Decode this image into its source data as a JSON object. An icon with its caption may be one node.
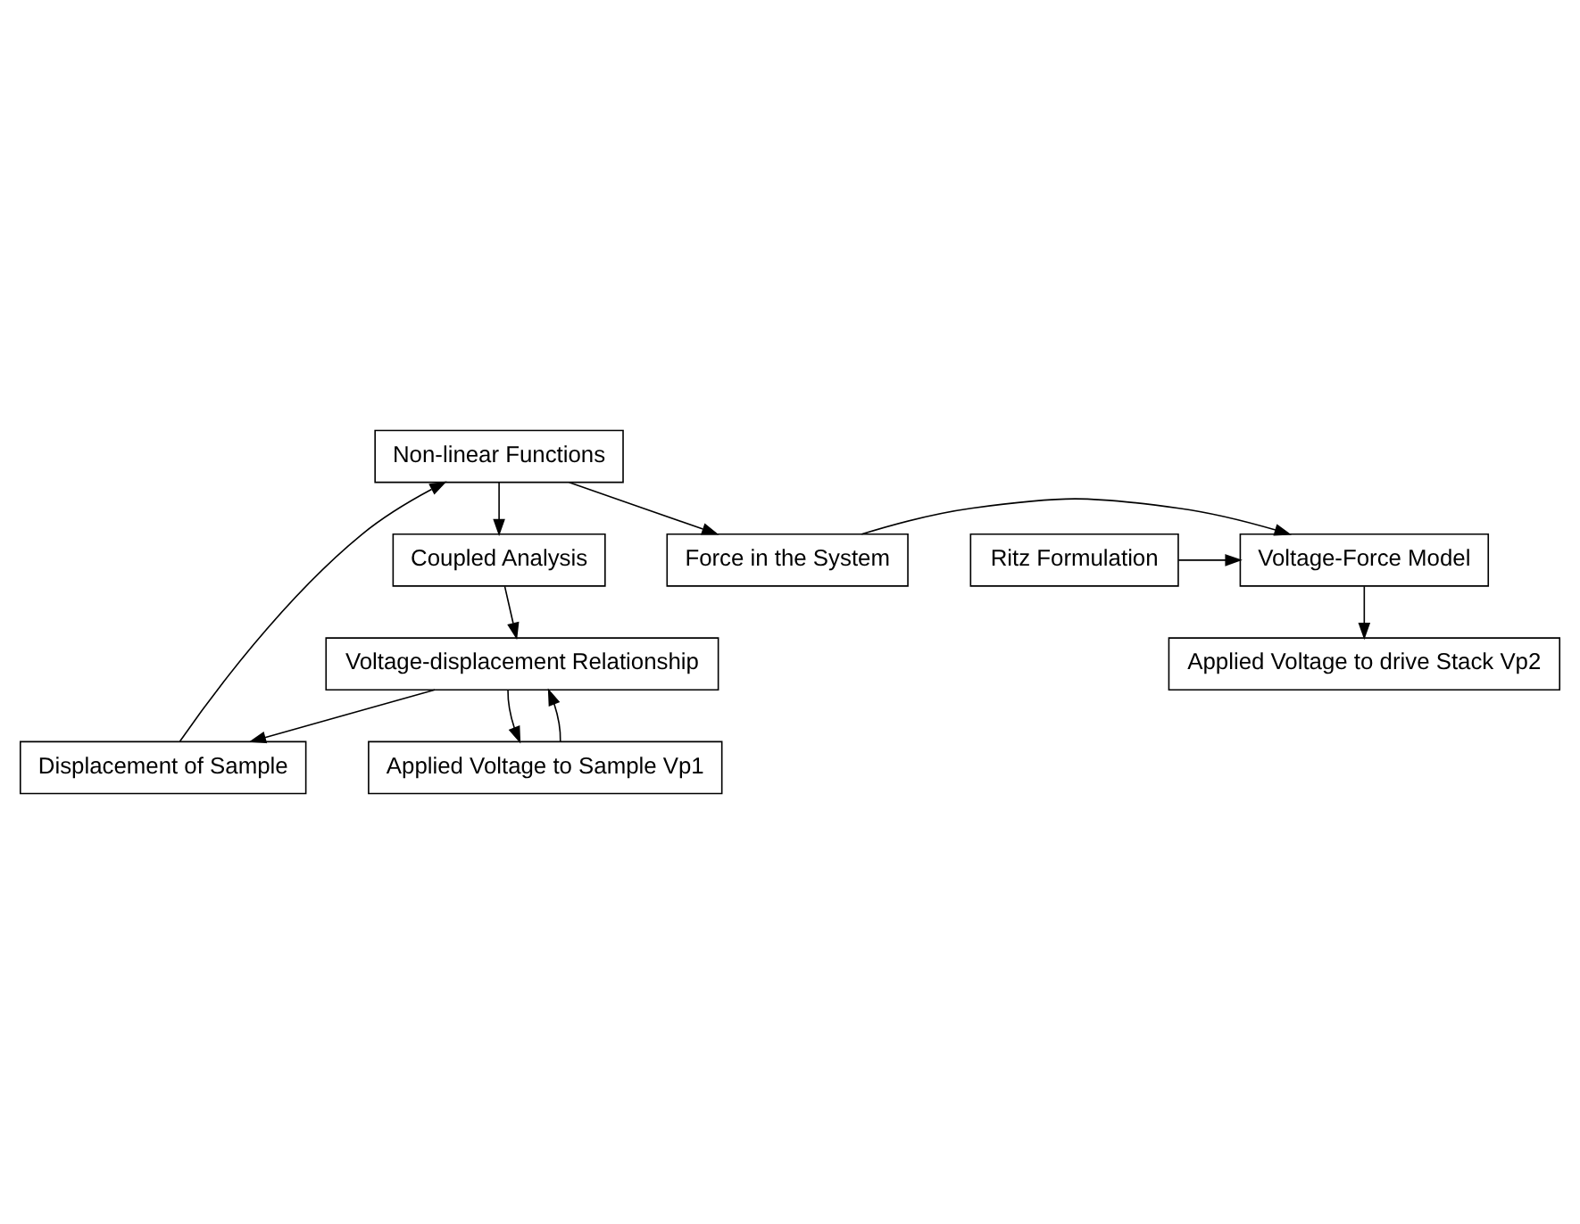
{
  "diagram": {
    "nodes": [
      {
        "text": [
          "Non-linear Functions"
        ]
      },
      {
        "text": [
          "Coupled Analysis"
        ]
      },
      {
        "text": [
          "Voltage-displacement Relationship"
        ]
      },
      {
        "text": [
          "Displacement of Sample"
        ]
      },
      {
        "text": [
          "Applied Voltage to Sample Vp1"
        ]
      },
      {
        "text": [
          "Force in the System"
        ]
      },
      {
        "text": [
          "Voltage-Force Model"
        ]
      },
      {
        "text": [
          "Ritz Formulation"
        ]
      },
      {
        "text": [
          "Applied Voltage to drive Stack Vp2"
        ]
      }
    ],
    "edges": [
      {
        "from": 0,
        "to": 1,
        "arrow": "to"
      },
      {
        "from": 1,
        "to": 2,
        "arrow": "to"
      },
      {
        "from": 2,
        "to": 3,
        "arrow": "to"
      },
      {
        "from": 3,
        "to": 0,
        "arrow": "to"
      },
      {
        "from": 4,
        "to": 2,
        "arrow": "to"
      },
      {
        "from": 2,
        "to": 4,
        "arrow": "to"
      },
      {
        "from": 0,
        "to": 5,
        "arrow": "to"
      },
      {
        "from": 5,
        "to": 6,
        "arrow": "to"
      },
      {
        "from": 7,
        "to": 6,
        "arrow": "to"
      },
      {
        "from": 6,
        "to": 8,
        "arrow": "to"
      }
    ]
  }
}
